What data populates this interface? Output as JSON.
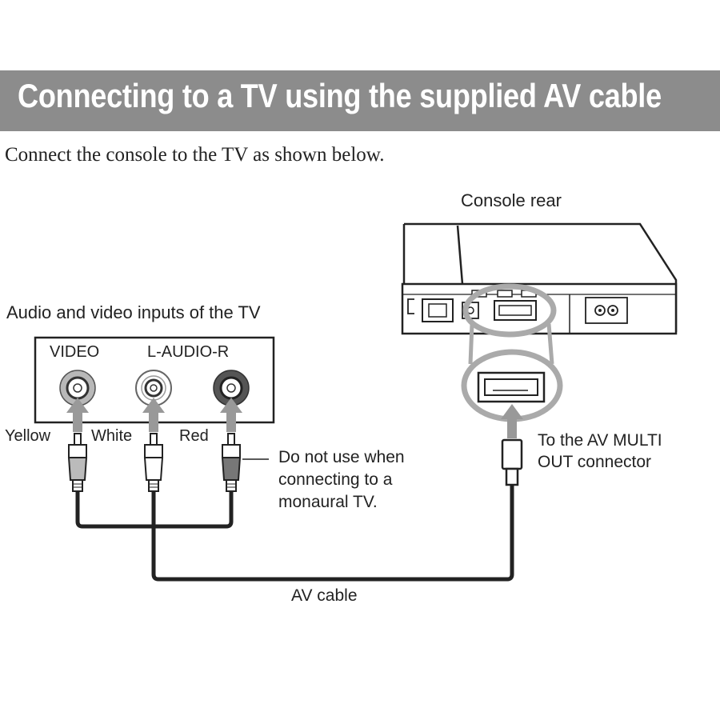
{
  "title": "Connecting to a TV using the supplied AV cable",
  "intro": "Connect the console to the TV as shown below.",
  "labels": {
    "console_rear": "Console rear",
    "tv_inputs": "Audio and video inputs of the TV",
    "video": "VIDEO",
    "audio": "L-AUDIO-R",
    "yellow": "Yellow",
    "white": "White",
    "red": "Red",
    "note_line1": "Do not use when",
    "note_line2": "connecting to a",
    "note_line3": "monaural TV.",
    "av_multi_line1": "To the AV MULTI",
    "av_multi_line2": "OUT connector",
    "av_cable": "AV cable"
  }
}
